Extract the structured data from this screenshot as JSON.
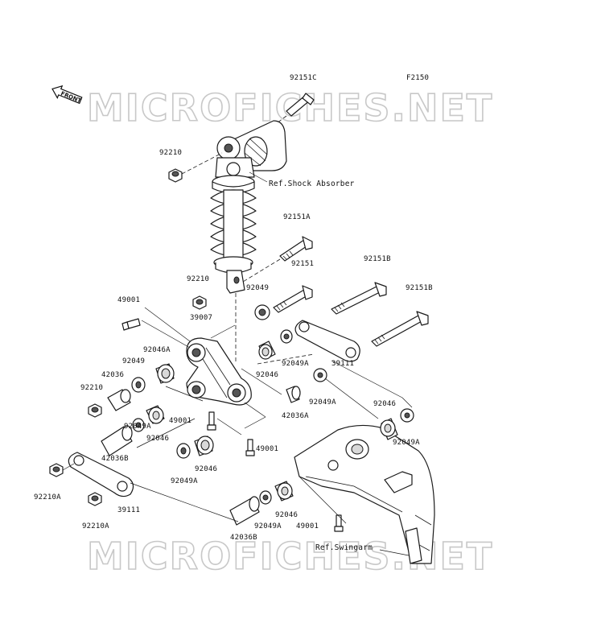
{
  "diagram": {
    "figure_code": "F2150",
    "front_tag": "FRONT",
    "watermark": "MICROFICHES.NET",
    "references": {
      "shock": "Ref.Shock Absorber",
      "swingarm": "Ref.Swingarm"
    },
    "callouts": [
      {
        "id": "c1",
        "text": "92151C"
      },
      {
        "id": "c2",
        "text": "92210"
      },
      {
        "id": "c3",
        "text": "92151A"
      },
      {
        "id": "c4",
        "text": "92151"
      },
      {
        "id": "c5",
        "text": "92151B"
      },
      {
        "id": "c6",
        "text": "92151B"
      },
      {
        "id": "c7",
        "text": "92210"
      },
      {
        "id": "c8",
        "text": "92049"
      },
      {
        "id": "c9",
        "text": "49001"
      },
      {
        "id": "c10",
        "text": "39007"
      },
      {
        "id": "c11",
        "text": "92046A"
      },
      {
        "id": "c12",
        "text": "92049"
      },
      {
        "id": "c13",
        "text": "42036"
      },
      {
        "id": "c14",
        "text": "92210"
      },
      {
        "id": "c15",
        "text": "92046"
      },
      {
        "id": "c16",
        "text": "92049A"
      },
      {
        "id": "c17",
        "text": "39111"
      },
      {
        "id": "c18",
        "text": "92049A"
      },
      {
        "id": "c19",
        "text": "42036A"
      },
      {
        "id": "c20",
        "text": "49001"
      },
      {
        "id": "c21",
        "text": "92046"
      },
      {
        "id": "c22",
        "text": "92049A"
      },
      {
        "id": "c23",
        "text": "42036B"
      },
      {
        "id": "c24",
        "text": "49001"
      },
      {
        "id": "c25",
        "text": "92046"
      },
      {
        "id": "c26",
        "text": "92049A"
      },
      {
        "id": "c27",
        "text": "92046"
      },
      {
        "id": "c28",
        "text": "92049A"
      },
      {
        "id": "c29",
        "text": "92210A"
      },
      {
        "id": "c30",
        "text": "39111"
      },
      {
        "id": "c31",
        "text": "92210A"
      },
      {
        "id": "c32",
        "text": "42036B"
      },
      {
        "id": "c33",
        "text": "92049A"
      },
      {
        "id": "c34",
        "text": "92046"
      },
      {
        "id": "c35",
        "text": "49001"
      }
    ]
  }
}
